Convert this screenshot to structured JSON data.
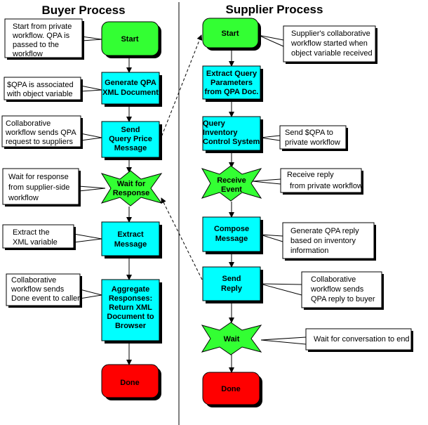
{
  "buyer_title": "Buyer Process",
  "supplier_title": "Supplier Process",
  "buyer": {
    "start": "Start",
    "generate": [
      "Generate QPA",
      "XML Document"
    ],
    "send_query": [
      "Send",
      "Query Price",
      "Message"
    ],
    "wait": [
      "Wait for",
      "Response"
    ],
    "extract": [
      "Extract",
      "Message"
    ],
    "aggregate": [
      "Aggregate",
      "Responses:",
      "Return XML",
      "Document to",
      "Browser"
    ],
    "done": "Done"
  },
  "supplier": {
    "start": "Start",
    "extract_params": [
      "Extract Query",
      "Parameters",
      "from QPA Doc."
    ],
    "query_inventory": [
      "Query",
      "Inventory",
      "Control System"
    ],
    "receive": [
      "Receive",
      "Event"
    ],
    "compose": [
      "Compose",
      "Message"
    ],
    "send_reply": [
      "Send",
      "Reply"
    ],
    "wait": "Wait",
    "done": "Done"
  },
  "comments": {
    "c_buyer_start": [
      "Start from private",
      "workflow. QPA is",
      "passed to the",
      "workflow"
    ],
    "c_qpa_assoc": [
      "$QPA is associated",
      "with object variable"
    ],
    "c_collab_sends": [
      "Collaborative",
      "workflow sends QPA",
      "request to suppliers"
    ],
    "c_wait_response": [
      "Wait for response",
      "from supplier-side",
      "workflow"
    ],
    "c_extract_xml": [
      "Extract the",
      "XML variable"
    ],
    "c_done_event": [
      "Collaborative",
      "workflow sends",
      "Done event to caller"
    ],
    "c_supplier_start": [
      "Supplier's collaborative",
      "workflow started when",
      "object variable received"
    ],
    "c_send_qpa": [
      "Send $QPA to",
      "private workflow"
    ],
    "c_receive_reply": [
      "Receive reply",
      "from private workflow"
    ],
    "c_generate_reply": [
      "Generate QPA reply",
      "based on inventory",
      "information"
    ],
    "c_collab_reply": [
      "Collaborative",
      "workflow sends",
      "QPA reply to buyer"
    ],
    "c_wait_end": [
      "Wait for conversation to end"
    ]
  },
  "colors": {
    "process_box": "#00ffff",
    "start_wait": "#33ff33",
    "done": "#ff0000",
    "note": "#ffffff"
  }
}
